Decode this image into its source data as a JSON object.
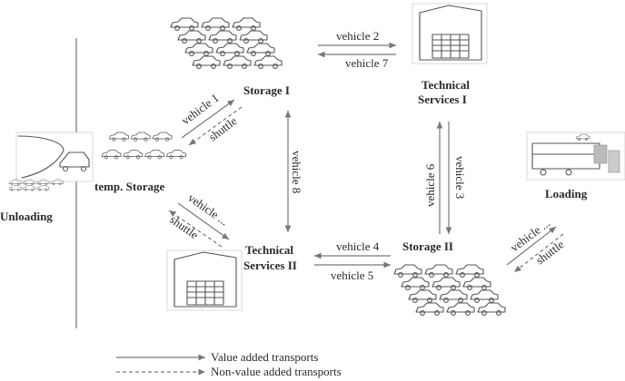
{
  "nodes": {
    "unloading": "Unloading",
    "temp_storage": "temp. Storage",
    "storage_1": "Storage I",
    "tech_services_1_line1": "Technical",
    "tech_services_1_line2": "Services I",
    "storage_2": "Storage II",
    "tech_services_2_line1": "Technical",
    "tech_services_2_line2": "Services II",
    "loading": "Loading"
  },
  "transports": {
    "vehicle_1": "vehicle 1",
    "shuttle_upper": "shuttle",
    "vehicle_2": "vehicle 2",
    "vehicle_7": "vehicle 7",
    "vehicle_8": "vehicle 8",
    "vehicle_6": "vehicle 6",
    "vehicle_3": "vehicle 3",
    "vehicle_4": "vehicle 4",
    "vehicle_5": "vehicle 5",
    "vehicle_lower_left": "vehicle ...",
    "shuttle_lower_left": "shuttle",
    "vehicle_lower_right": "vehicle ...",
    "shuttle_lower_right": "shuttle"
  },
  "legend": {
    "value_added": "Value added transports",
    "non_value_added": "Non-value added transports"
  },
  "colors": {
    "arrow": "#777777",
    "text": "#2a2a2a",
    "sketch": "#555555"
  }
}
